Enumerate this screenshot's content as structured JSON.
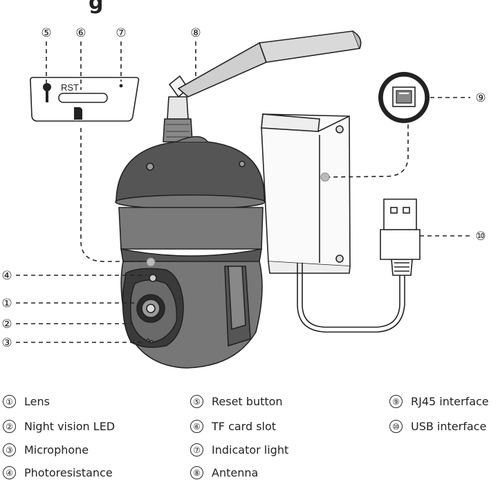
{
  "title_fragment": "g",
  "slot_panel": {
    "label": "RST"
  },
  "callouts": {
    "c1": "①",
    "c2": "②",
    "c3": "③",
    "c4": "④",
    "c5": "⑤",
    "c6": "⑥",
    "c7": "⑦",
    "c8": "⑧",
    "c9": "⑨",
    "c10": "⑩"
  },
  "legend": [
    {
      "num": "①",
      "label": "Lens"
    },
    {
      "num": "②",
      "label": "Night vision LED"
    },
    {
      "num": "③",
      "label": "Microphone"
    },
    {
      "num": "④",
      "label": "Photoresistance"
    },
    {
      "num": "⑤",
      "label": "Reset button"
    },
    {
      "num": "⑥",
      "label": "TF card slot"
    },
    {
      "num": "⑦",
      "label": "Indicator light"
    },
    {
      "num": "⑧",
      "label": "Antenna"
    },
    {
      "num": "⑨",
      "label": "RJ45 interface"
    },
    {
      "num": "⑩",
      "label": "USB interface"
    }
  ]
}
